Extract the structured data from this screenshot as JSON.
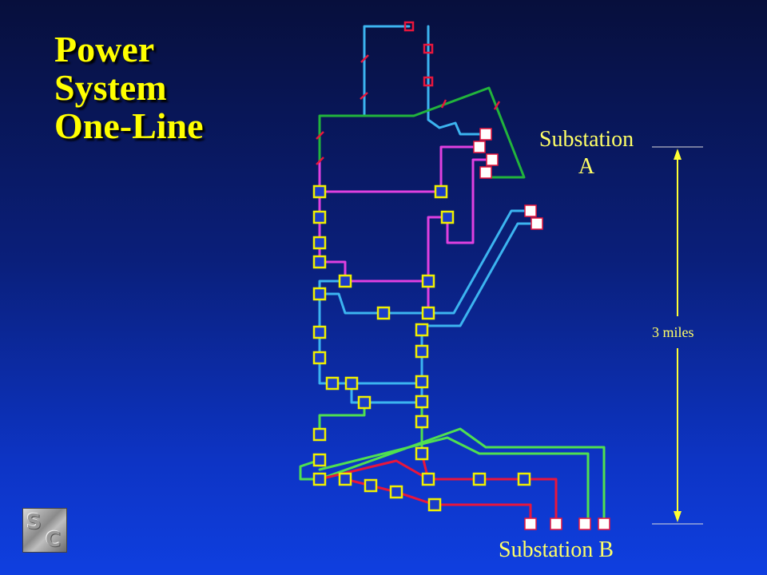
{
  "slide": {
    "title_lines": [
      "Power",
      "System",
      "One-Line"
    ],
    "substation_a": [
      "Substation",
      "A"
    ],
    "substation_b": "Substation B",
    "distance_label": "3 miles",
    "logo_letters": [
      "S",
      "C"
    ]
  },
  "colors": {
    "background_top": "#070f3c",
    "background_bottom": "#0f3fe0",
    "title": "#ffff00",
    "label": "#ffff66",
    "line_blue": "#3cb4f0",
    "line_magenta": "#e040e0",
    "line_green": "#22b43c",
    "line_light_green": "#50e050",
    "line_red": "#e8163c",
    "switch_outline": "#f0f000",
    "breaker_fill": "#ffffff",
    "breaker_outline": "#e8163c",
    "dimension_line": "#ffff33"
  }
}
